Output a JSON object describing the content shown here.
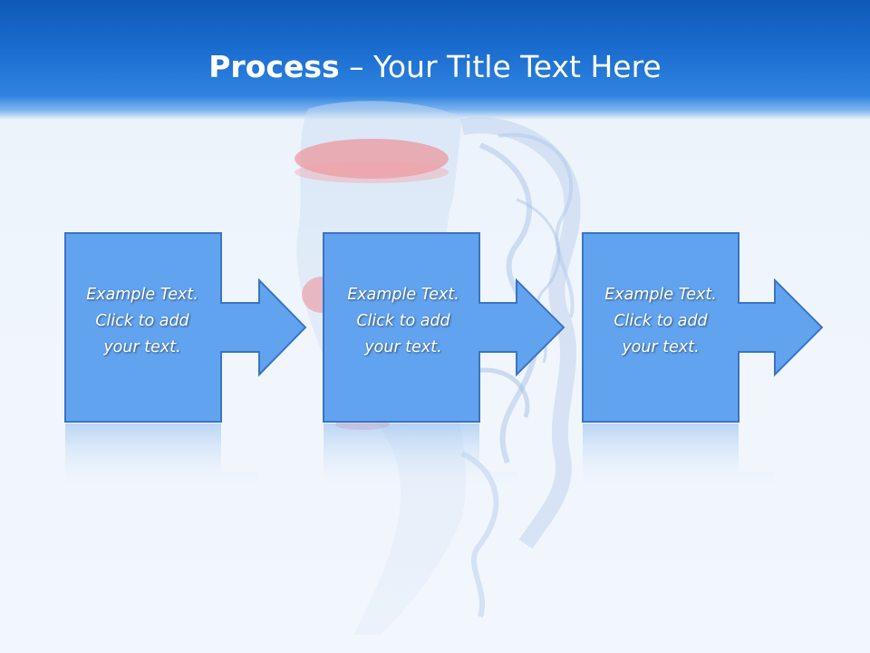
{
  "title": {
    "bold": "Process",
    "rest": " – Your Title Text Here"
  },
  "steps": [
    {
      "lines": [
        "Example Text.",
        "Click  to add",
        "your text."
      ]
    },
    {
      "lines": [
        "Example Text.",
        "Click  to add",
        "your text."
      ]
    },
    {
      "lines": [
        "Example Text.",
        "Click  to add",
        "your text."
      ]
    }
  ],
  "colors": {
    "header": "#1a6ccf",
    "box_fill": "#62a3ef",
    "box_border": "#3a74c4",
    "text": "#ffffff"
  }
}
